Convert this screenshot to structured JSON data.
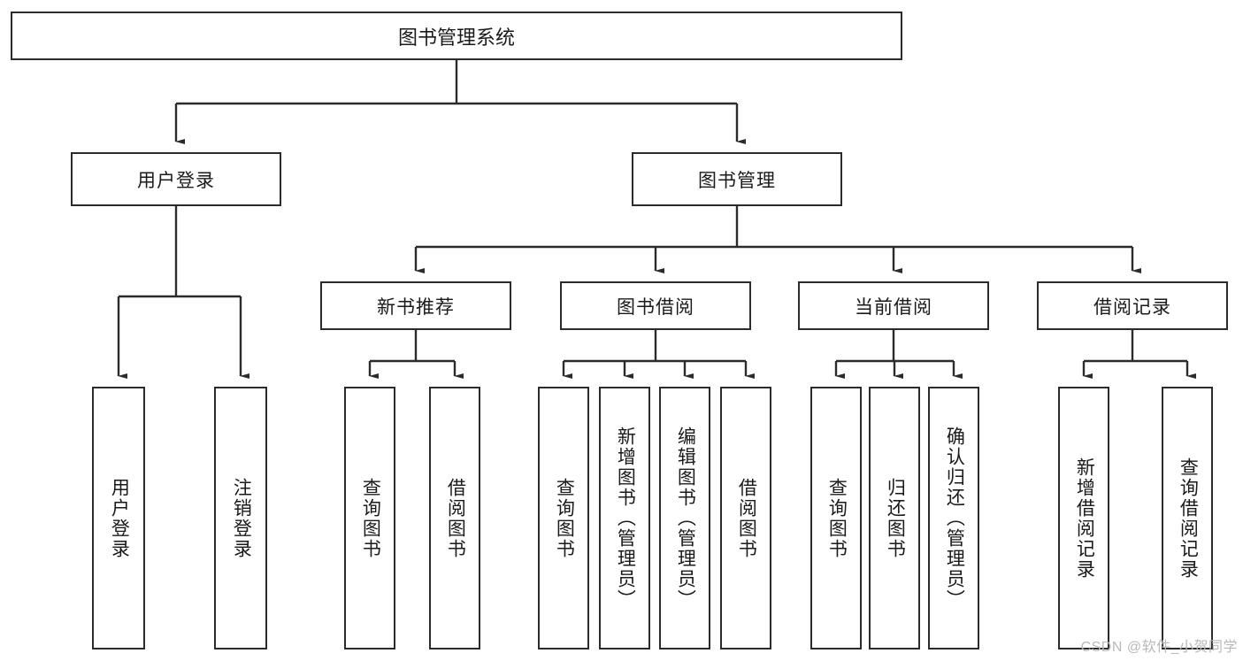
{
  "diagram": {
    "title": "图书管理系统",
    "type": "tree",
    "root": {
      "id": "root",
      "label": "图书管理系统"
    },
    "level1": [
      {
        "id": "user-login",
        "label": "用户登录"
      },
      {
        "id": "book-manage",
        "label": "图书管理"
      }
    ],
    "level2": [
      {
        "id": "new-book-recommend",
        "label": "新书推荐",
        "parent": "book-manage"
      },
      {
        "id": "book-borrow",
        "label": "图书借阅",
        "parent": "book-manage"
      },
      {
        "id": "current-borrow",
        "label": "当前借阅",
        "parent": "book-manage"
      },
      {
        "id": "borrow-record",
        "label": "借阅记录",
        "parent": "book-manage"
      }
    ],
    "leaves": {
      "user_login": [
        {
          "id": "leaf-user-login",
          "label": "用户登录"
        },
        {
          "id": "leaf-logout-login",
          "label": "注销登录"
        }
      ],
      "new_book_recommend": [
        {
          "id": "leaf-query-book-1",
          "label": "查询图书"
        },
        {
          "id": "leaf-borrow-book-1",
          "label": "借阅图书"
        }
      ],
      "book_borrow": [
        {
          "id": "leaf-query-book-2",
          "label": "查询图书"
        },
        {
          "id": "leaf-add-book",
          "label": "新增图书（管理员）"
        },
        {
          "id": "leaf-edit-book",
          "label": "编辑图书（管理员）"
        },
        {
          "id": "leaf-borrow-book-2",
          "label": "借阅图书"
        }
      ],
      "current_borrow": [
        {
          "id": "leaf-query-book-3",
          "label": "查询图书"
        },
        {
          "id": "leaf-return-book",
          "label": "归还图书"
        },
        {
          "id": "leaf-confirm-return",
          "label": "确认归还（管理员）"
        }
      ],
      "borrow_record": [
        {
          "id": "leaf-add-record",
          "label": "新增借阅记录"
        },
        {
          "id": "leaf-query-record",
          "label": "查询借阅记录"
        }
      ]
    }
  },
  "watermark": {
    "text": "CSDN @软件_小贺同学"
  },
  "colors": {
    "stroke": "#2b2b2b",
    "fill": "#ffffff",
    "text": "#1a1a1a",
    "watermark": "#b9b9b9"
  }
}
